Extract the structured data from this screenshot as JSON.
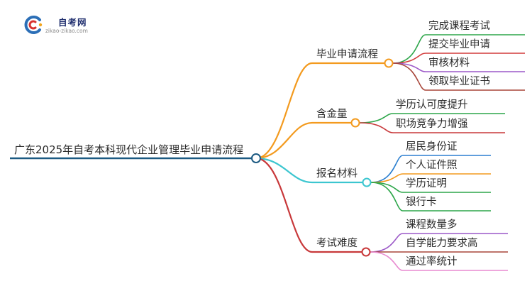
{
  "logo": {
    "name": "自考网",
    "url": "zikao-zikao.com"
  },
  "mindmap": {
    "root": "广东2025年自考本科现代企业管理毕业申请流程",
    "root_color": "#1c5a82",
    "branches": [
      {
        "label": "毕业申请流程",
        "color": "#f39a1e",
        "children": [
          {
            "label": "完成课程考试",
            "color": "#2da64a"
          },
          {
            "label": "提交毕业申请",
            "color": "#d23a3a"
          },
          {
            "label": "审核材料",
            "color": "#9c59c8"
          },
          {
            "label": "领取毕业证书",
            "color": "#a8463a"
          }
        ]
      },
      {
        "label": "含金量",
        "color": "#f39a1e",
        "children": [
          {
            "label": "学历认可度提升",
            "color": "#2da64a"
          },
          {
            "label": "职场竞争力增强",
            "color": "#c8383a"
          }
        ]
      },
      {
        "label": "报名材料",
        "color": "#3cc6d0",
        "children": [
          {
            "label": "居民身份证",
            "color": "#2b7fd0"
          },
          {
            "label": "个人证件照",
            "color": "#f39a1e"
          },
          {
            "label": "学历证明",
            "color": "#2da64a"
          },
          {
            "label": "银行卡",
            "color": "#2da64a"
          }
        ]
      },
      {
        "label": "考试难度",
        "color": "#c8383a",
        "children": [
          {
            "label": "课程数量多",
            "color": "#9c59c8"
          },
          {
            "label": "自学能力要求高",
            "color": "#a8463a"
          },
          {
            "label": "通过率统计",
            "color": "#e88ad0"
          }
        ]
      }
    ]
  }
}
